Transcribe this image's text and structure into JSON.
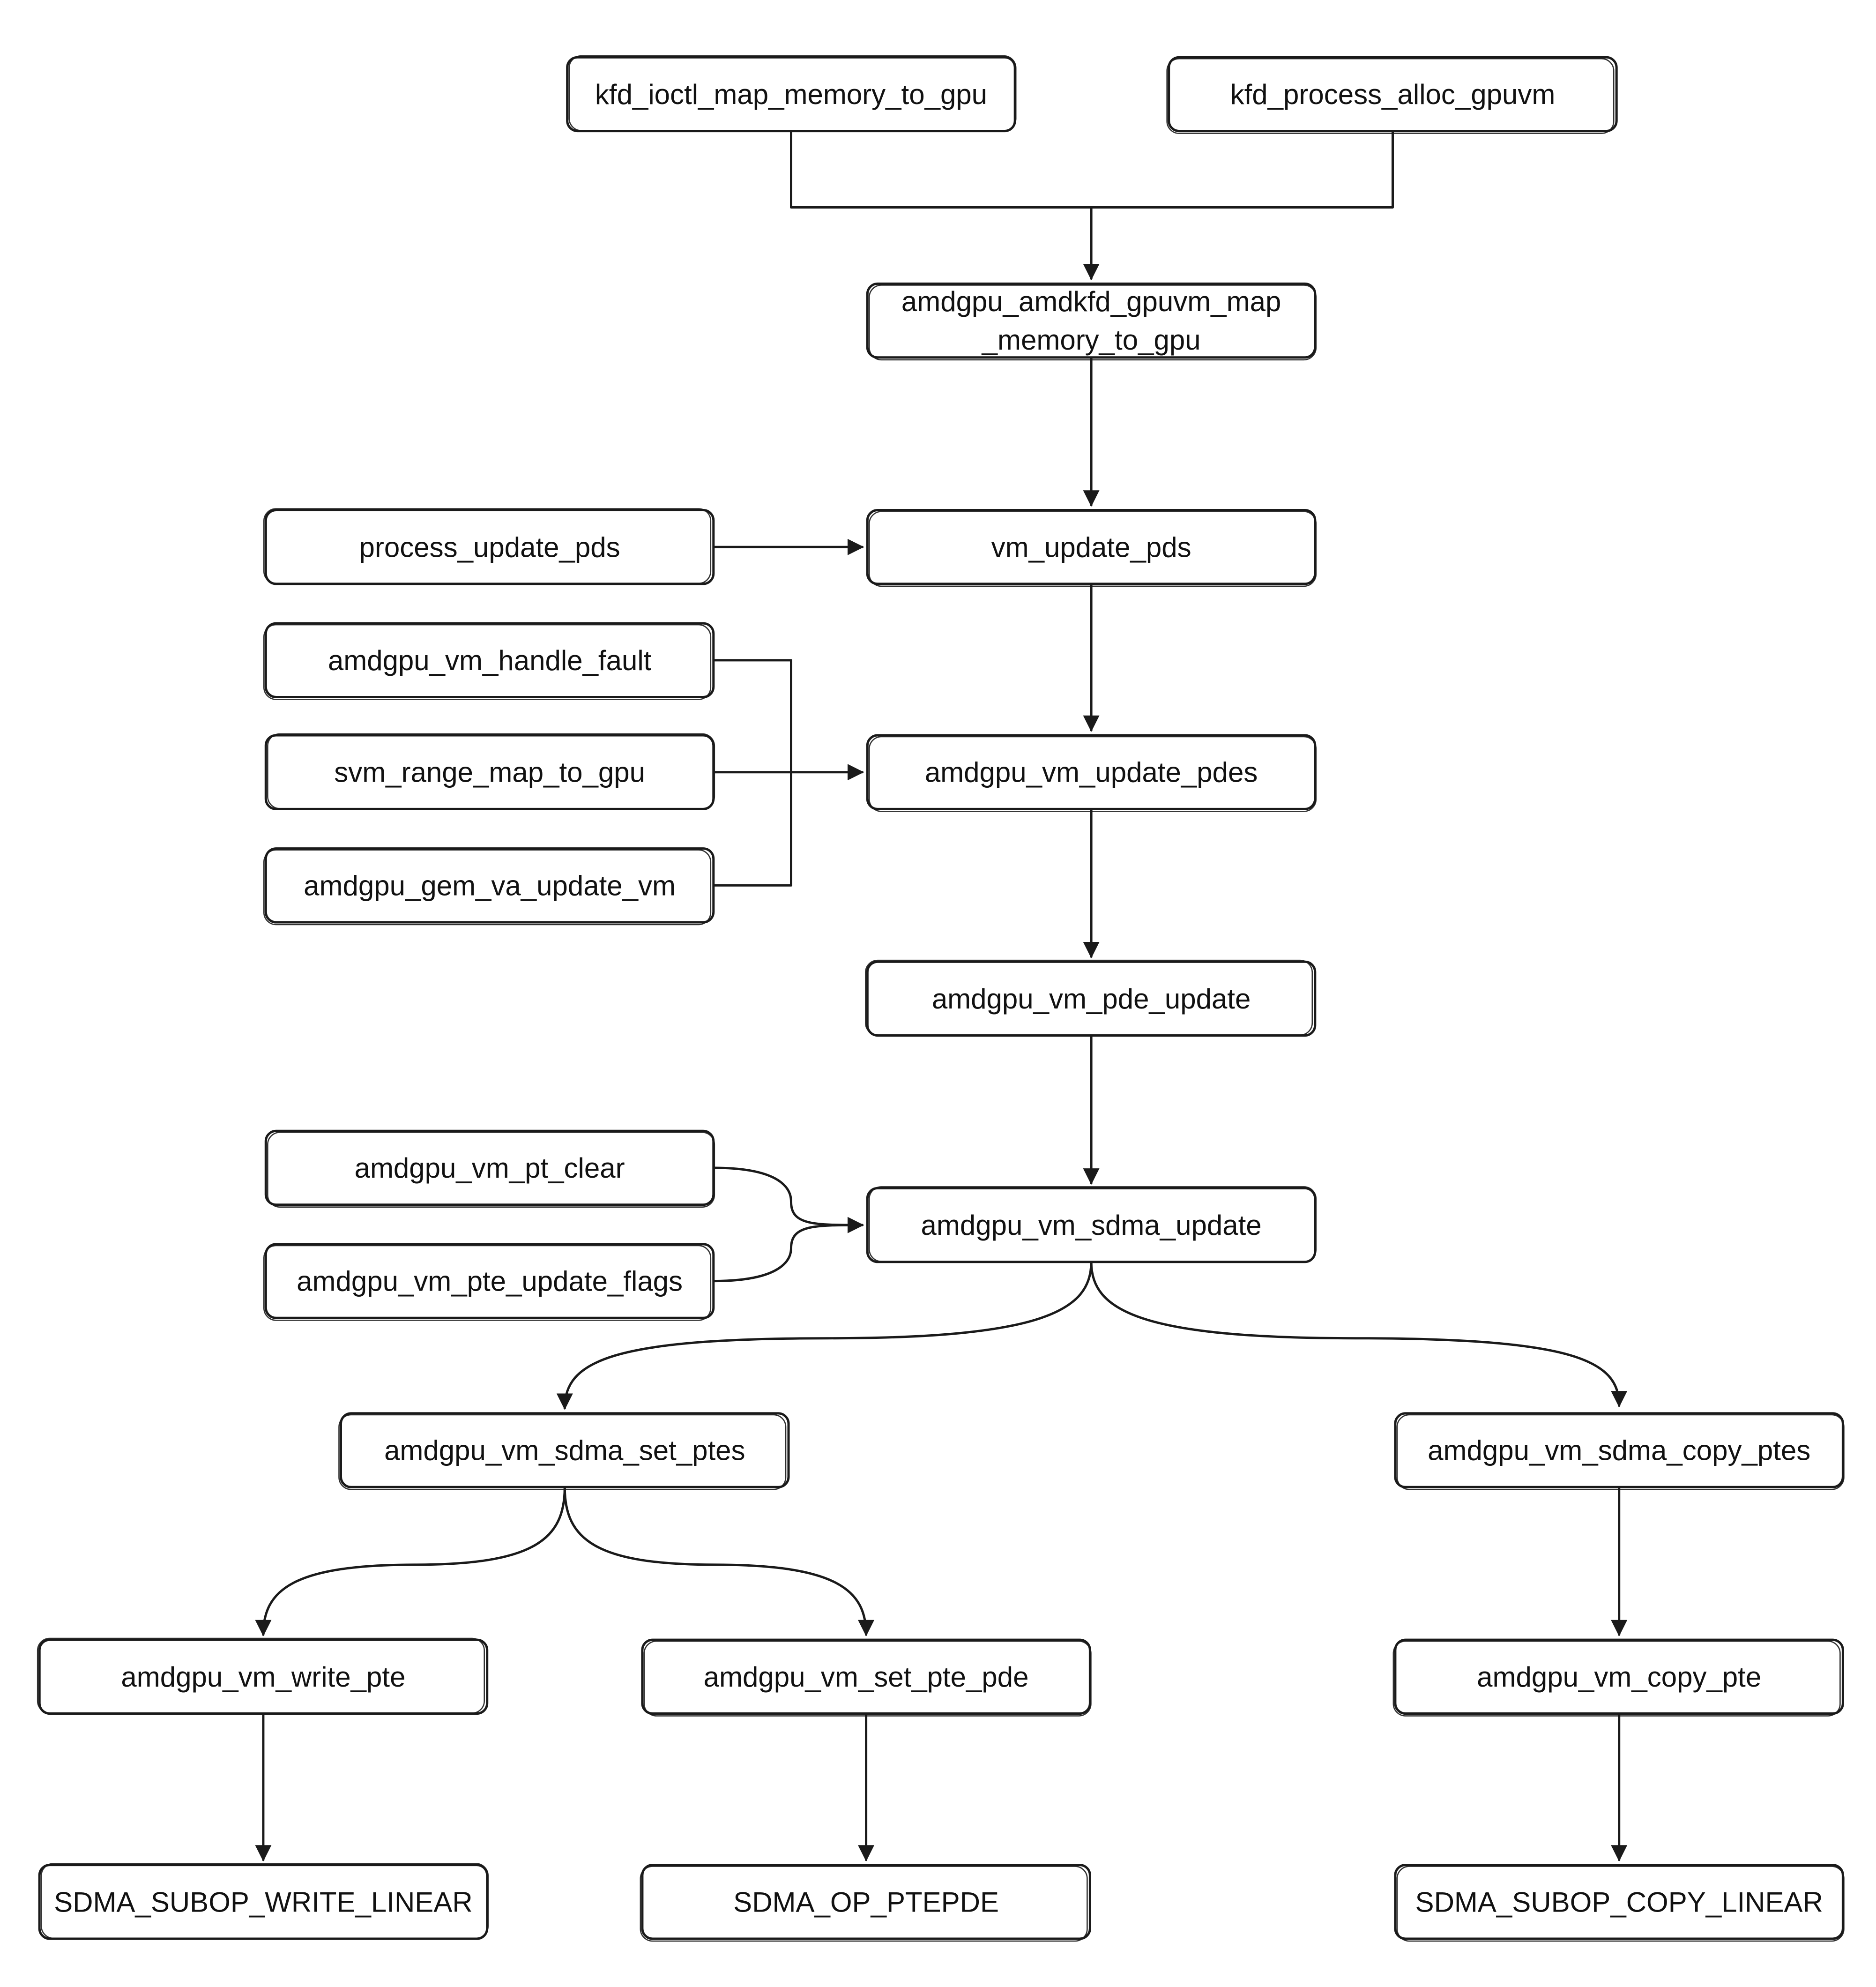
{
  "diagram": {
    "nodes": [
      {
        "id": "kfd_ioctl",
        "label": "kfd_ioctl_map_memory_to_gpu"
      },
      {
        "id": "kfd_alloc",
        "label": "kfd_process_alloc_gpuvm"
      },
      {
        "id": "map_mem",
        "label": "amdgpu_amdkfd_gpuvm_map\n_memory_to_gpu"
      },
      {
        "id": "proc_upd_pds",
        "label": "process_update_pds"
      },
      {
        "id": "vm_upd_pds",
        "label": "vm_update_pds"
      },
      {
        "id": "handle_fault",
        "label": "amdgpu_vm_handle_fault"
      },
      {
        "id": "svm_range",
        "label": "svm_range_map_to_gpu"
      },
      {
        "id": "gem_va",
        "label": "amdgpu_gem_va_update_vm"
      },
      {
        "id": "upd_pdes",
        "label": "amdgpu_vm_update_pdes"
      },
      {
        "id": "pde_update",
        "label": "amdgpu_vm_pde_update"
      },
      {
        "id": "pt_clear",
        "label": "amdgpu_vm_pt_clear"
      },
      {
        "id": "pte_flags",
        "label": "amdgpu_vm_pte_update_flags"
      },
      {
        "id": "sdma_update",
        "label": "amdgpu_vm_sdma_update"
      },
      {
        "id": "set_ptes",
        "label": "amdgpu_vm_sdma_set_ptes"
      },
      {
        "id": "copy_ptes",
        "label": "amdgpu_vm_sdma_copy_ptes"
      },
      {
        "id": "write_pte",
        "label": "amdgpu_vm_write_pte"
      },
      {
        "id": "set_pte_pde",
        "label": "amdgpu_vm_set_pte_pde"
      },
      {
        "id": "copy_pte",
        "label": "amdgpu_vm_copy_pte"
      },
      {
        "id": "write_linear",
        "label": "SDMA_SUBOP_WRITE_LINEAR"
      },
      {
        "id": "op_ptepde",
        "label": "SDMA_OP_PTEPDE"
      },
      {
        "id": "copy_linear",
        "label": "SDMA_SUBOP_COPY_LINEAR"
      }
    ],
    "edges": [
      {
        "from": "kfd_ioctl",
        "to": "map_mem"
      },
      {
        "from": "kfd_alloc",
        "to": "map_mem"
      },
      {
        "from": "map_mem",
        "to": "vm_upd_pds"
      },
      {
        "from": "proc_upd_pds",
        "to": "vm_upd_pds"
      },
      {
        "from": "vm_upd_pds",
        "to": "upd_pdes"
      },
      {
        "from": "handle_fault",
        "to": "upd_pdes"
      },
      {
        "from": "svm_range",
        "to": "upd_pdes"
      },
      {
        "from": "gem_va",
        "to": "upd_pdes"
      },
      {
        "from": "upd_pdes",
        "to": "pde_update"
      },
      {
        "from": "pde_update",
        "to": "sdma_update"
      },
      {
        "from": "pt_clear",
        "to": "sdma_update"
      },
      {
        "from": "pte_flags",
        "to": "sdma_update"
      },
      {
        "from": "sdma_update",
        "to": "set_ptes"
      },
      {
        "from": "sdma_update",
        "to": "copy_ptes"
      },
      {
        "from": "set_ptes",
        "to": "write_pte"
      },
      {
        "from": "set_ptes",
        "to": "set_pte_pde"
      },
      {
        "from": "copy_ptes",
        "to": "copy_pte"
      },
      {
        "from": "write_pte",
        "to": "write_linear"
      },
      {
        "from": "set_pte_pde",
        "to": "op_ptepde"
      },
      {
        "from": "copy_pte",
        "to": "copy_linear"
      }
    ]
  }
}
